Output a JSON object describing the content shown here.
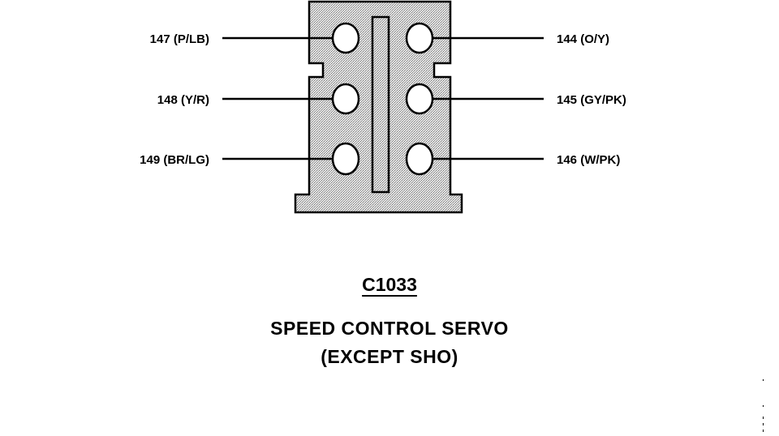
{
  "connector": {
    "id": "C1033",
    "title_line_1": "SPEED CONTROL SERVO",
    "title_line_2": "(EXCEPT SHO)"
  },
  "pins": {
    "left": [
      {
        "label": "147 (P/LB)"
      },
      {
        "label": "148  (Y/R)"
      },
      {
        "label": "149  (BR/LG)"
      }
    ],
    "right": [
      {
        "label": "144 (O/Y)"
      },
      {
        "label": "145 (GY/PK)"
      },
      {
        "label": "146 (W/PK)"
      }
    ]
  },
  "colors": {
    "ink": "#000000",
    "connector_fill": "#d4d4d4",
    "background": "#ffffff"
  }
}
